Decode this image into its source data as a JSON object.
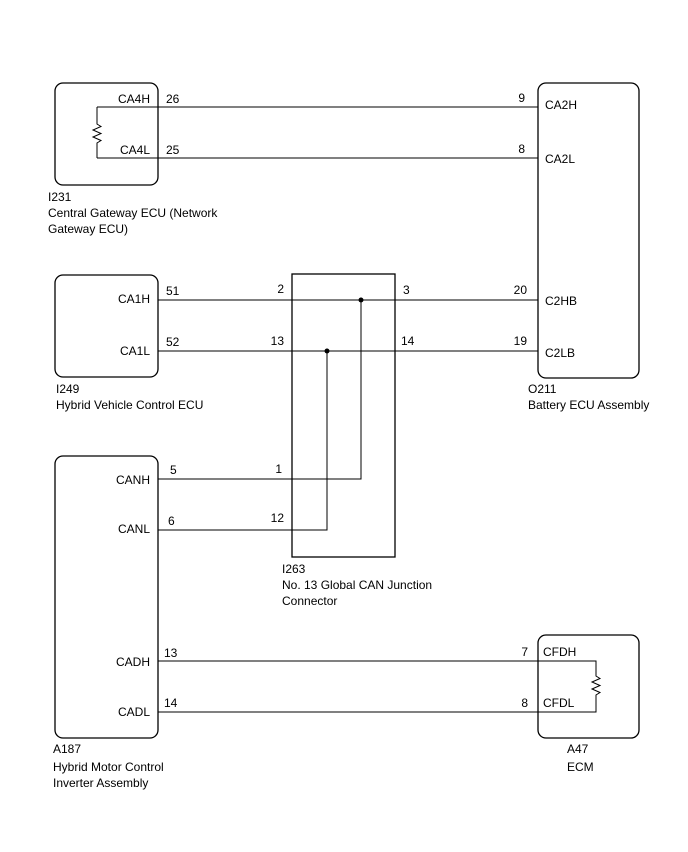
{
  "components": {
    "i231": {
      "id": "I231",
      "name_line1": "Central Gateway ECU (Network",
      "name_line2": "Gateway ECU)",
      "pins": [
        {
          "label": "CA4H",
          "number": "26"
        },
        {
          "label": "CA4L",
          "number": "25"
        }
      ]
    },
    "o211": {
      "id": "O211",
      "name_line1": "Battery ECU Assembly",
      "pins": [
        {
          "label": "CA2H",
          "number": "9"
        },
        {
          "label": "CA2L",
          "number": "8"
        },
        {
          "label": "C2HB",
          "number": "20"
        },
        {
          "label": "C2LB",
          "number": "19"
        }
      ]
    },
    "i249": {
      "id": "I249",
      "name_line1": "Hybrid Vehicle Control ECU",
      "pins": [
        {
          "label": "CA1H",
          "number": "51"
        },
        {
          "label": "CA1L",
          "number": "52"
        }
      ]
    },
    "i263": {
      "id": "I263",
      "name_line1": "No. 13 Global CAN Junction",
      "name_line2": "Connector",
      "pins": [
        "2",
        "3",
        "13",
        "14",
        "1",
        "12"
      ]
    },
    "a187": {
      "id": "A187",
      "name_line1": "Hybrid Motor Control",
      "name_line2": "Inverter Assembly",
      "pins": [
        {
          "label": "CANH",
          "number": "5"
        },
        {
          "label": "CANL",
          "number": "6"
        },
        {
          "label": "CADH",
          "number": "13"
        },
        {
          "label": "CADL",
          "number": "14"
        }
      ]
    },
    "a47": {
      "id": "A47",
      "name_line1": "ECM",
      "pins": [
        {
          "label": "CFDH",
          "number": "7"
        },
        {
          "label": "CFDL",
          "number": "8"
        }
      ]
    }
  }
}
